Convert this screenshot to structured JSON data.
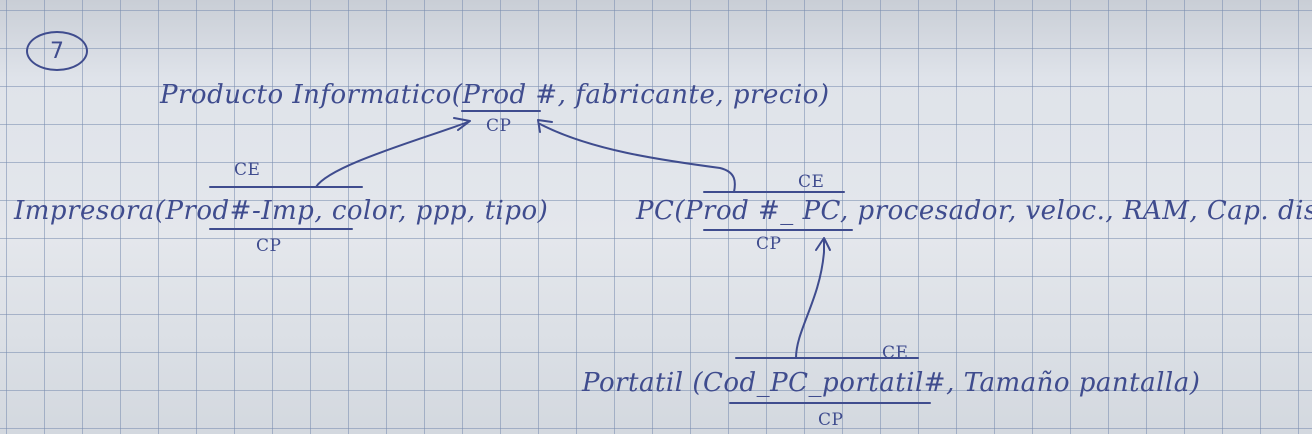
{
  "exercise_number": "7",
  "entities": {
    "producto": {
      "name": "Producto Informatico(",
      "key": "Prod #",
      "rest": ", fabricante, precio)",
      "key_label": "CP"
    },
    "impresora": {
      "name": "Impresora(",
      "key": "Prod#-Imp",
      "rest": ", color, ppp, tipo)",
      "key_label": "CP",
      "fk_label": "CE"
    },
    "pc": {
      "name": "PC(",
      "key": "Prod #_ PC",
      "rest": ", procesador, veloc., RAM, Cap. disco)",
      "key_label": "CP",
      "fk_label": "CE"
    },
    "portatil": {
      "name": "Portatil (",
      "key": "Cod_PC_portatil#",
      "rest": ", Tamaño pantalla)",
      "key_label": "CP",
      "fk_label": "CE"
    }
  },
  "ink_color": "#3f4c8e",
  "paper_color": "#d9dfe8"
}
